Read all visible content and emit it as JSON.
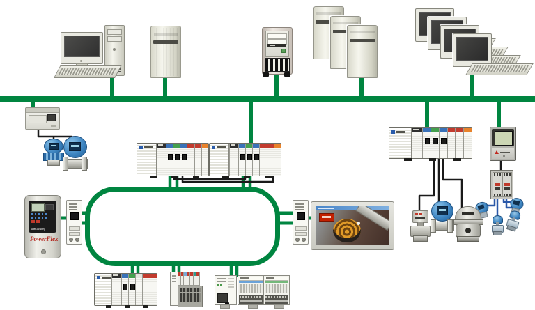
{
  "colors": {
    "background": "#ffffff",
    "network": "#008540",
    "wire": "#1a1a1a",
    "instrument_wire": "#2b58a8",
    "chassis_body": "#fcfcf9",
    "drive_brand_red": "#b3251d"
  },
  "labels": {
    "powerflex": "PowerFlex",
    "allen_bradley": "Allen-Bradley"
  },
  "nodes": {
    "desktop_pc": "engineering workstation PC",
    "server_tower": "server",
    "rack_server": "rack server",
    "server_group": "server group",
    "workstation_cluster": "operator workstations",
    "linking_device": "fieldbus linking device",
    "transmitter_left": "temperature transmitter",
    "flowmeter_left": "flow meter",
    "plc_1": "controller chassis 1",
    "plc_2": "controller chassis 2",
    "device_level_ring": "device-level ring network",
    "tap_left": "ethernet tap left",
    "tap_right": "ethernet tap right",
    "powerflex_drive": "PowerFlex AC drive",
    "hmi_panel": "HMI operator panel",
    "plc_bottom": "controller chassis 3",
    "point_io": "point I/O block",
    "flex_io": "distributed I/O terminal modules",
    "plc_right": "controller chassis 4",
    "valve_positioner": "valve positioner",
    "flowmeter_right": "flow transmitter",
    "regulator": "pressure regulator valve",
    "remote_display": "field display unit",
    "din_gateway": "DIN-rail interface module",
    "field_instruments_right": "process instruments"
  },
  "edges": [
    {
      "from": "desktop_pc",
      "to": "ethernet_backbone"
    },
    {
      "from": "server_tower",
      "to": "ethernet_backbone"
    },
    {
      "from": "rack_server",
      "to": "ethernet_backbone"
    },
    {
      "from": "server_group",
      "to": "ethernet_backbone"
    },
    {
      "from": "workstation_cluster",
      "to": "ethernet_backbone"
    },
    {
      "from": "linking_device",
      "to": "ethernet_backbone"
    },
    {
      "from": "linking_device",
      "to": "transmitter_left"
    },
    {
      "from": "linking_device",
      "to": "flowmeter_left"
    },
    {
      "from": "plc_2",
      "to": "ethernet_backbone"
    },
    {
      "from": "plc_1",
      "to": "plc_2"
    },
    {
      "from": "plc_1",
      "to": "device_level_ring"
    },
    {
      "from": "plc_2",
      "to": "device_level_ring"
    },
    {
      "from": "tap_left",
      "to": "device_level_ring"
    },
    {
      "from": "powerflex_drive",
      "to": "tap_left"
    },
    {
      "from": "tap_right",
      "to": "device_level_ring"
    },
    {
      "from": "hmi_panel",
      "to": "tap_right"
    },
    {
      "from": "plc_bottom",
      "to": "device_level_ring"
    },
    {
      "from": "point_io",
      "to": "device_level_ring"
    },
    {
      "from": "flex_io",
      "to": "device_level_ring"
    },
    {
      "from": "plc_right",
      "to": "ethernet_backbone"
    },
    {
      "from": "plc_right",
      "to": "valve_positioner"
    },
    {
      "from": "plc_right",
      "to": "flowmeter_right"
    },
    {
      "from": "plc_right",
      "to": "regulator"
    },
    {
      "from": "remote_display",
      "to": "ethernet_backbone"
    },
    {
      "from": "remote_display",
      "to": "din_gateway"
    },
    {
      "from": "din_gateway",
      "to": "field_instruments_right"
    }
  ],
  "chassis": {
    "main": [
      {
        "color": "#2f2f2f",
        "label": true
      },
      {
        "color": "#3a72b8",
        "port": true
      },
      {
        "color": "#44a04e",
        "port": true
      },
      {
        "color": "#3a72b8",
        "port": true
      },
      {
        "color": "#c23b2e"
      },
      {
        "color": "#c23b2e"
      },
      {
        "color": "#e8822a"
      }
    ],
    "bottom": [
      {
        "color": "#2f2f2f",
        "label": true
      },
      {
        "color": "#3a72b8",
        "port": true
      },
      {
        "color": "#44a04e",
        "port": true
      },
      {
        "color": "#e4e4de"
      },
      {
        "color": "#c23b2e"
      },
      {
        "color": "#c23b2e"
      }
    ],
    "right": [
      {
        "color": "#2f2f2f",
        "label": true
      },
      {
        "color": "#3a72b8",
        "port": true
      },
      {
        "color": "#44a04e",
        "port": true
      },
      {
        "color": "#3a72b8",
        "port": true
      },
      {
        "color": "#c23b2e"
      },
      {
        "color": "#c23b2e"
      },
      {
        "color": "#e8822a"
      }
    ]
  },
  "point_io_caps": [
    "#c0392b",
    "#c0392b",
    "#7aa8d8",
    "#c0392b",
    "#c0392b",
    "#2e9c8e",
    "#c0392b"
  ],
  "flex_io_stripes": [
    "#6aa2d8",
    "#74b87a"
  ],
  "clusters": {
    "workstations": 4,
    "servers": 3
  }
}
